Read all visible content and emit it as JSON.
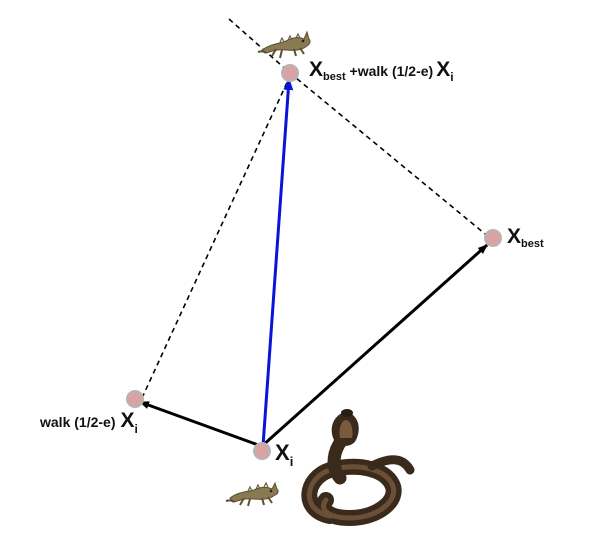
{
  "colors": {
    "background": "#ffffff",
    "vector": "#000000",
    "result_vector": "#0a14d8",
    "dashed": "#000000",
    "point_fill": "#d9a3a3",
    "point_ring": "#b5b5b5",
    "lizard": "#8a7a52",
    "snake": "#3a2a1c"
  },
  "labels": {
    "xi_main": "X",
    "xi_sub": "i",
    "xbest_main": "X",
    "xbest_sub": "best",
    "walk_prefix": "walk (1/2-e)",
    "walk_main": "X",
    "walk_sub": "i",
    "new_main": "X",
    "new_sub": "best",
    "new_middle": " +walk (1/2-e)",
    "new_var_main": "X",
    "new_var_sub": "i"
  },
  "icons": {
    "lizard_top": "lizard-icon",
    "lizard_bottom": "lizard-icon",
    "snake": "cobra-icon"
  }
}
